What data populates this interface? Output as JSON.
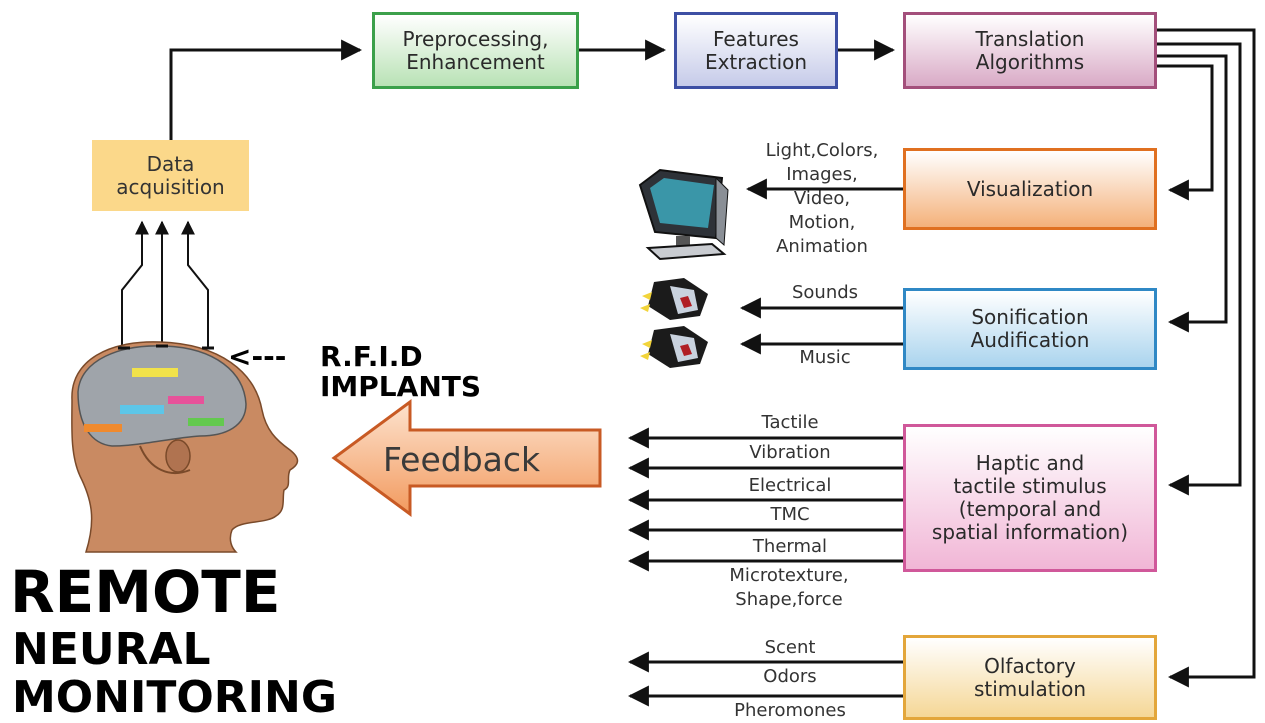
{
  "boxes": {
    "preprocessing": "Preprocessing,\nEnhancement",
    "features": "Features\nExtraction",
    "translation": "Translation\nAlgorithms",
    "data_acquisition": "Data\nacquisition",
    "visualization": "Visualization",
    "sonification": "Sonification\nAudification",
    "haptic": "Haptic and\ntactile stimulus\n(temporal and\nspatial information)",
    "olfactory": "Olfactory\nstimulation"
  },
  "visual_outputs": "Light,Colors,\nImages,\nVideo,\nMotion,\nAnimation",
  "sound_outputs": [
    "Sounds",
    "Music"
  ],
  "haptic_outputs": [
    "Tactile",
    "Vibration",
    "Electrical",
    "TMC",
    "Thermal",
    "Microtexture,\nShape,force"
  ],
  "olfactory_outputs": [
    "Scent",
    "Odors",
    "Pheromones"
  ],
  "feedback_label": "Feedback",
  "rfid_pointer": "<---",
  "rfid_label": "R.F.I.D\nIMPLANTS",
  "headline": {
    "line1": "REMOTE",
    "line2": "NEURAL",
    "line3": "MONITORING"
  }
}
